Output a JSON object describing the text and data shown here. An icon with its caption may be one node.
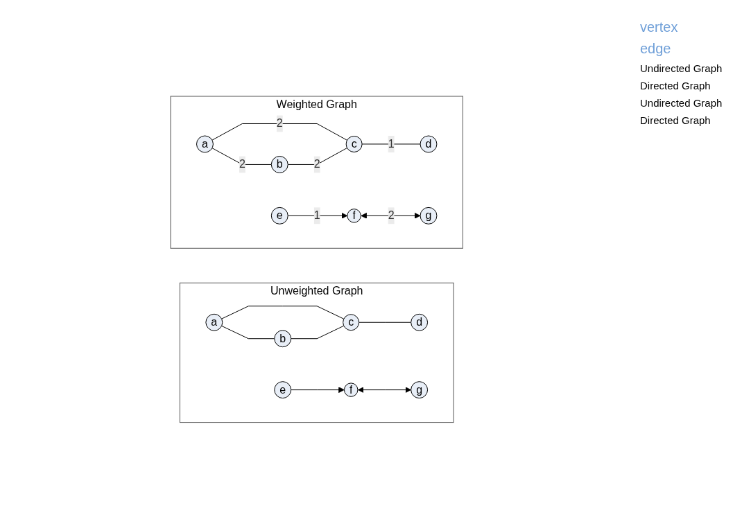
{
  "diagram": {
    "nodes": [
      {
        "text": [
          "Unweighted Graph"
        ]
      },
      {
        "text": [
          "a"
        ],
        "in": 0
      },
      {
        "text": [
          "b"
        ],
        "in": 0
      },
      {
        "text": [
          "c"
        ],
        "in": 0
      },
      {
        "text": [
          "d"
        ],
        "in": 0
      },
      {
        "text": [
          "e"
        ],
        "in": 0
      },
      {
        "text": [
          "f"
        ],
        "in": 0
      },
      {
        "text": [
          "g"
        ],
        "in": 0
      },
      {
        "text": [
          "Weighted Graph"
        ]
      },
      {
        "text": [
          "a"
        ],
        "in": 8
      },
      {
        "text": [
          "b"
        ],
        "in": 8
      },
      {
        "text": [
          "c"
        ],
        "in": 8
      },
      {
        "text": [
          "d"
        ],
        "in": 8
      },
      {
        "text": [
          "e"
        ],
        "in": 8
      },
      {
        "text": [
          "f"
        ],
        "in": 8
      },
      {
        "text": [
          "g"
        ],
        "in": 8
      }
    ],
    "edges": [
      {
        "from": 1,
        "to": 2,
        "arrow": "none"
      },
      {
        "from": 1,
        "to": 3,
        "arrow": "none"
      },
      {
        "from": 2,
        "to": 3,
        "arrow": "none"
      },
      {
        "from": 3,
        "to": 4,
        "arrow": "none"
      },
      {
        "from": 5,
        "to": 6,
        "arrow": "to"
      },
      {
        "from": 6,
        "to": 7,
        "arrow": "both"
      },
      {
        "from": 9,
        "to": 10,
        "arrow": "none",
        "label": "2"
      },
      {
        "from": 9,
        "to": 11,
        "arrow": "none",
        "label": "2"
      },
      {
        "from": 10,
        "to": 11,
        "arrow": "none",
        "label": "2"
      },
      {
        "from": 11,
        "to": 12,
        "arrow": "none",
        "label": "1"
      },
      {
        "from": 13,
        "to": 14,
        "arrow": "to",
        "label": "1"
      },
      {
        "from": 14,
        "to": 15,
        "arrow": "both",
        "label": "2"
      }
    ],
    "labels": [
      "vertex",
      "edge",
      "Undirected Graph",
      "Directed Graph",
      "Undirected Graph",
      "Directed Graph"
    ]
  }
}
